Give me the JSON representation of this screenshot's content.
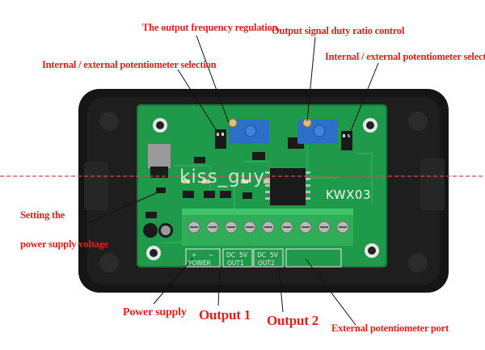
{
  "annotations": {
    "freq_regulation": "The output frequency regulation",
    "duty_ratio": "Output signal duty ratio control",
    "pot_select_left": "Internal / external potentiometer selection",
    "pot_select_right": "Internal / external potentiometer selection",
    "supply_voltage_line1": "Setting the",
    "supply_voltage_line2": "power supply voltage",
    "power_supply": "Power supply",
    "output1": "Output 1",
    "output2": "Output 2",
    "ext_pot_port": "External potentiometer port"
  },
  "board": {
    "watermark": "kiss_guy",
    "model": "KWX03",
    "pin_power": "POWER",
    "pin_out1": "OUT1",
    "pin_out2": "OUT2",
    "pin_plus": "+",
    "pin_minus": "−",
    "pin_dc1": "DC",
    "pin_5v1": "5V",
    "pin_dc2": "DC",
    "pin_5v2": "5V"
  },
  "colors": {
    "annotation_red": "#e0201a",
    "pcb_green": "#1f9a4a",
    "enclosure_black": "#141414",
    "terminal_green": "#2fae57",
    "trimmer_blue": "#2c6fc8"
  }
}
